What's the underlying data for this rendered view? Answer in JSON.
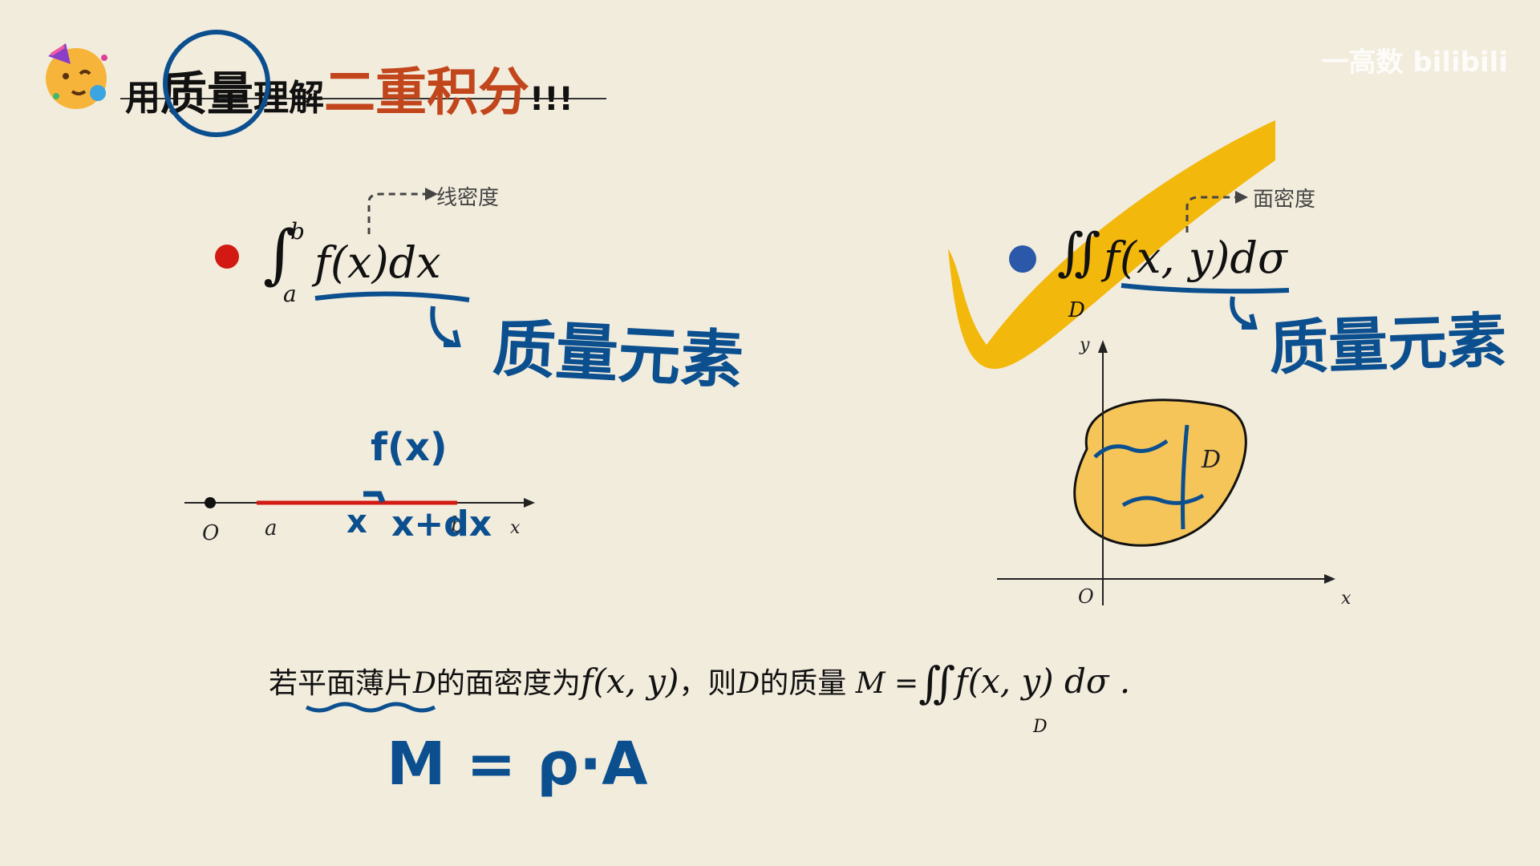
{
  "title": {
    "prefix": "用",
    "circled": "质量",
    "middle": "理解",
    "highlight": "二重积分",
    "exclaim": "!!!"
  },
  "watermark": "一高数 bilibili",
  "left": {
    "integral": "∫",
    "upper": "b",
    "lower": "a",
    "integrand": "f(x)dx",
    "density_label": "线密度",
    "element_label": "质量元素",
    "axis": {
      "origin": "O",
      "a": "a",
      "b": "b",
      "x": "x"
    },
    "hand_fx": "f(x)",
    "hand_x": "x",
    "hand_xdx": "x+dx"
  },
  "right": {
    "integral": "∬",
    "lower": "D",
    "integrand": "f(x, y)dσ",
    "density_label": "面密度",
    "element_label": "质量元素",
    "axis": {
      "origin": "O",
      "x": "x",
      "y": "y",
      "region": "D"
    }
  },
  "bottom": {
    "part1": "若平面薄片",
    "D1": "D",
    "part2": "的面密度为",
    "fxy": "f(x, y)",
    "part3": "，则",
    "D2": "D",
    "part4": "的质量",
    "M": "M =",
    "integral": "∬",
    "integral_lower": "D",
    "integrand": "f(x, y) dσ .",
    "hand_formula": "M = ρ·A"
  },
  "colors": {
    "background": "#f2ecdd",
    "red_dot": "#d21a12",
    "blue_dot": "#2b58a8",
    "hand_ink": "#0b4f8f",
    "highlight_yellow": "#f3b80c",
    "region_fill": "#f5c55a",
    "title_accent": "#c2461c"
  }
}
